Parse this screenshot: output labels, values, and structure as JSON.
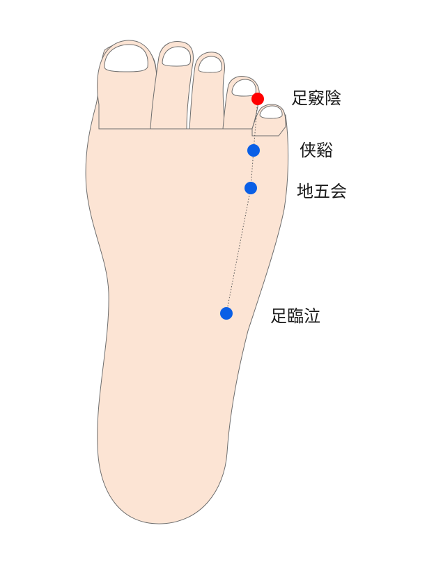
{
  "diagram": {
    "points": [
      {
        "label": "足竅陰",
        "color": "#ff0000"
      },
      {
        "label": "侠谿",
        "color": "#0a5fe6"
      },
      {
        "label": "地五会",
        "color": "#0a5fe6"
      },
      {
        "label": "足臨泣",
        "color": "#0a5fe6"
      }
    ],
    "meridian_line_color": "#555555",
    "skin_color": "#fce4d4",
    "outline_color": "#6e6e6e"
  }
}
